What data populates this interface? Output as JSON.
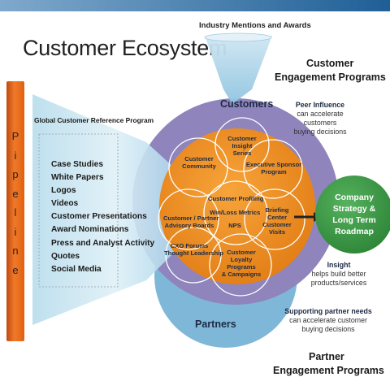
{
  "title": "Customer Ecosystem",
  "funnel_top_label": "Industry Mentions and Awards",
  "customer_programs_label": [
    "Customer",
    "Engagement Programs"
  ],
  "partner_programs_label": [
    "Partner",
    "Engagement Programs"
  ],
  "pipeline_label": "Pipeline",
  "reference_program": {
    "title": "Global Customer Reference Program",
    "items": [
      "Case Studies",
      "White Papers",
      "Logos",
      "Videos",
      "Customer Presentations",
      "Award Nominations",
      "Press and Analyst Activity",
      "Quotes",
      "Social Media"
    ]
  },
  "circles": {
    "customers": "Customers",
    "partners": "Partners"
  },
  "inner_labels": {
    "insight_series": [
      "Customer",
      "Insight",
      "Series"
    ],
    "customer_community": [
      "Customer",
      "Community"
    ],
    "executive_sponsor": [
      "Executive Sponsor",
      "Program"
    ],
    "customer_profiling": "Customer Profiling",
    "win_loss": "Win/Loss",
    "metrics": "Metrics",
    "nps": "NPS",
    "partner_advisory": [
      "Customer / Partner",
      "Advisory Boards"
    ],
    "briefing_center": [
      "Briefing",
      "Center",
      "Customer",
      "Visits"
    ],
    "cxo_forums": [
      "CXO Forums",
      "Thought Leadership"
    ],
    "loyalty_programs": [
      "Customer",
      "Loyalty",
      "Programs",
      "& Campaigns"
    ]
  },
  "notes": {
    "peer_influence": {
      "title": "Peer Influence",
      "lines": [
        "can accelerate",
        "customers",
        "buying decisions"
      ]
    },
    "insight": {
      "title": "Insight",
      "lines": [
        "helps build better",
        "products/services"
      ]
    },
    "partner_needs": {
      "title": "Supporting partner needs",
      "lines": [
        "can accelerate customer",
        "buying decisions"
      ]
    }
  },
  "roadmap": [
    "Company",
    "Strategy &",
    "Long Term",
    "Roadmap"
  ],
  "colors": {
    "customers_circle": "#8f84bc",
    "partners_circle": "#7fb7d9",
    "core_circle": "#ef8a1e",
    "pipeline_bar": "#e8650f",
    "roadmap_circle": "#3f9a48",
    "header_bar": "#2b6ba3"
  }
}
